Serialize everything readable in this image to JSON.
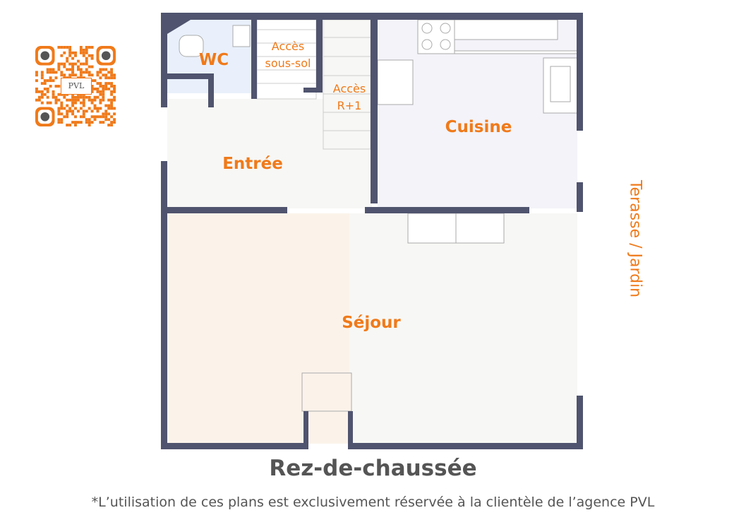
{
  "rooms": {
    "wc": "WC",
    "acces_sous_sol": "Accès sous-sol",
    "acces_r1": "Accès R+1",
    "cuisine": "Cuisine",
    "entree": "Entrée",
    "sejour": "Séjour"
  },
  "outside_label": "Terasse / Jardin",
  "title": "Rez-de-chaussée",
  "note": "*L’utilisation de ces plans est exclusivement réservée à la clientèle de l’agence PVL",
  "qr_logo": "PVL",
  "colors": {
    "wall": "#50546e",
    "accent": "#f07a1a"
  }
}
